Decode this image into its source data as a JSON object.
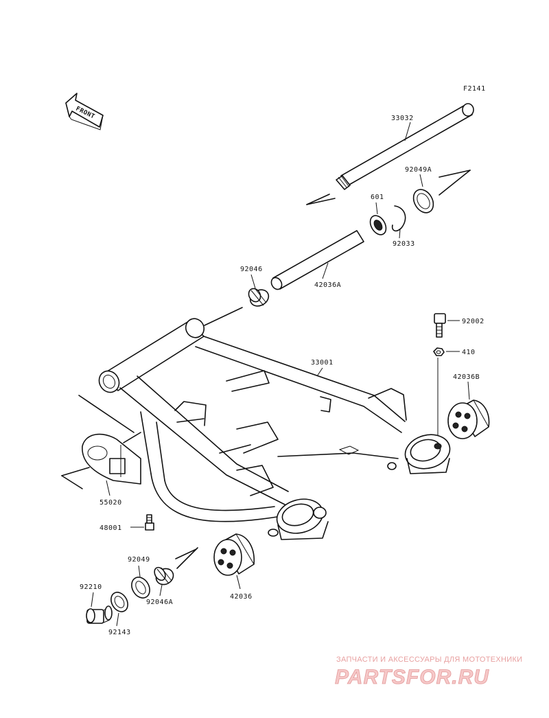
{
  "diagram": {
    "figure_code": "F2141",
    "front_label": "FRONT",
    "parts": [
      {
        "id": "swingarm-pivot-shaft",
        "number": "33032"
      },
      {
        "id": "oil-seal-a",
        "number": "92049A"
      },
      {
        "id": "ball-bearing",
        "number": "601"
      },
      {
        "id": "circlip",
        "number": "92033"
      },
      {
        "id": "sleeve-a",
        "number": "42036A"
      },
      {
        "id": "needle-bearing",
        "number": "92046"
      },
      {
        "id": "bolt",
        "number": "92002"
      },
      {
        "id": "nut",
        "number": "410"
      },
      {
        "id": "swingarm",
        "number": "33001"
      },
      {
        "id": "sleeve-b",
        "number": "42036B"
      },
      {
        "id": "chain-guide",
        "number": "55020"
      },
      {
        "id": "grease-nipple",
        "number": "48001"
      },
      {
        "id": "oil-seal",
        "number": "92049"
      },
      {
        "id": "sleeve",
        "number": "42036"
      },
      {
        "id": "needle-bearing-a",
        "number": "92046A"
      },
      {
        "id": "cap",
        "number": "92210"
      },
      {
        "id": "collar",
        "number": "92143"
      }
    ]
  },
  "watermark": {
    "tagline": "ЗАПЧАСТИ И АКСЕССУАРЫ ДЛЯ МОТОТЕХНИКИ",
    "brand": "PARTSFOR.RU"
  }
}
